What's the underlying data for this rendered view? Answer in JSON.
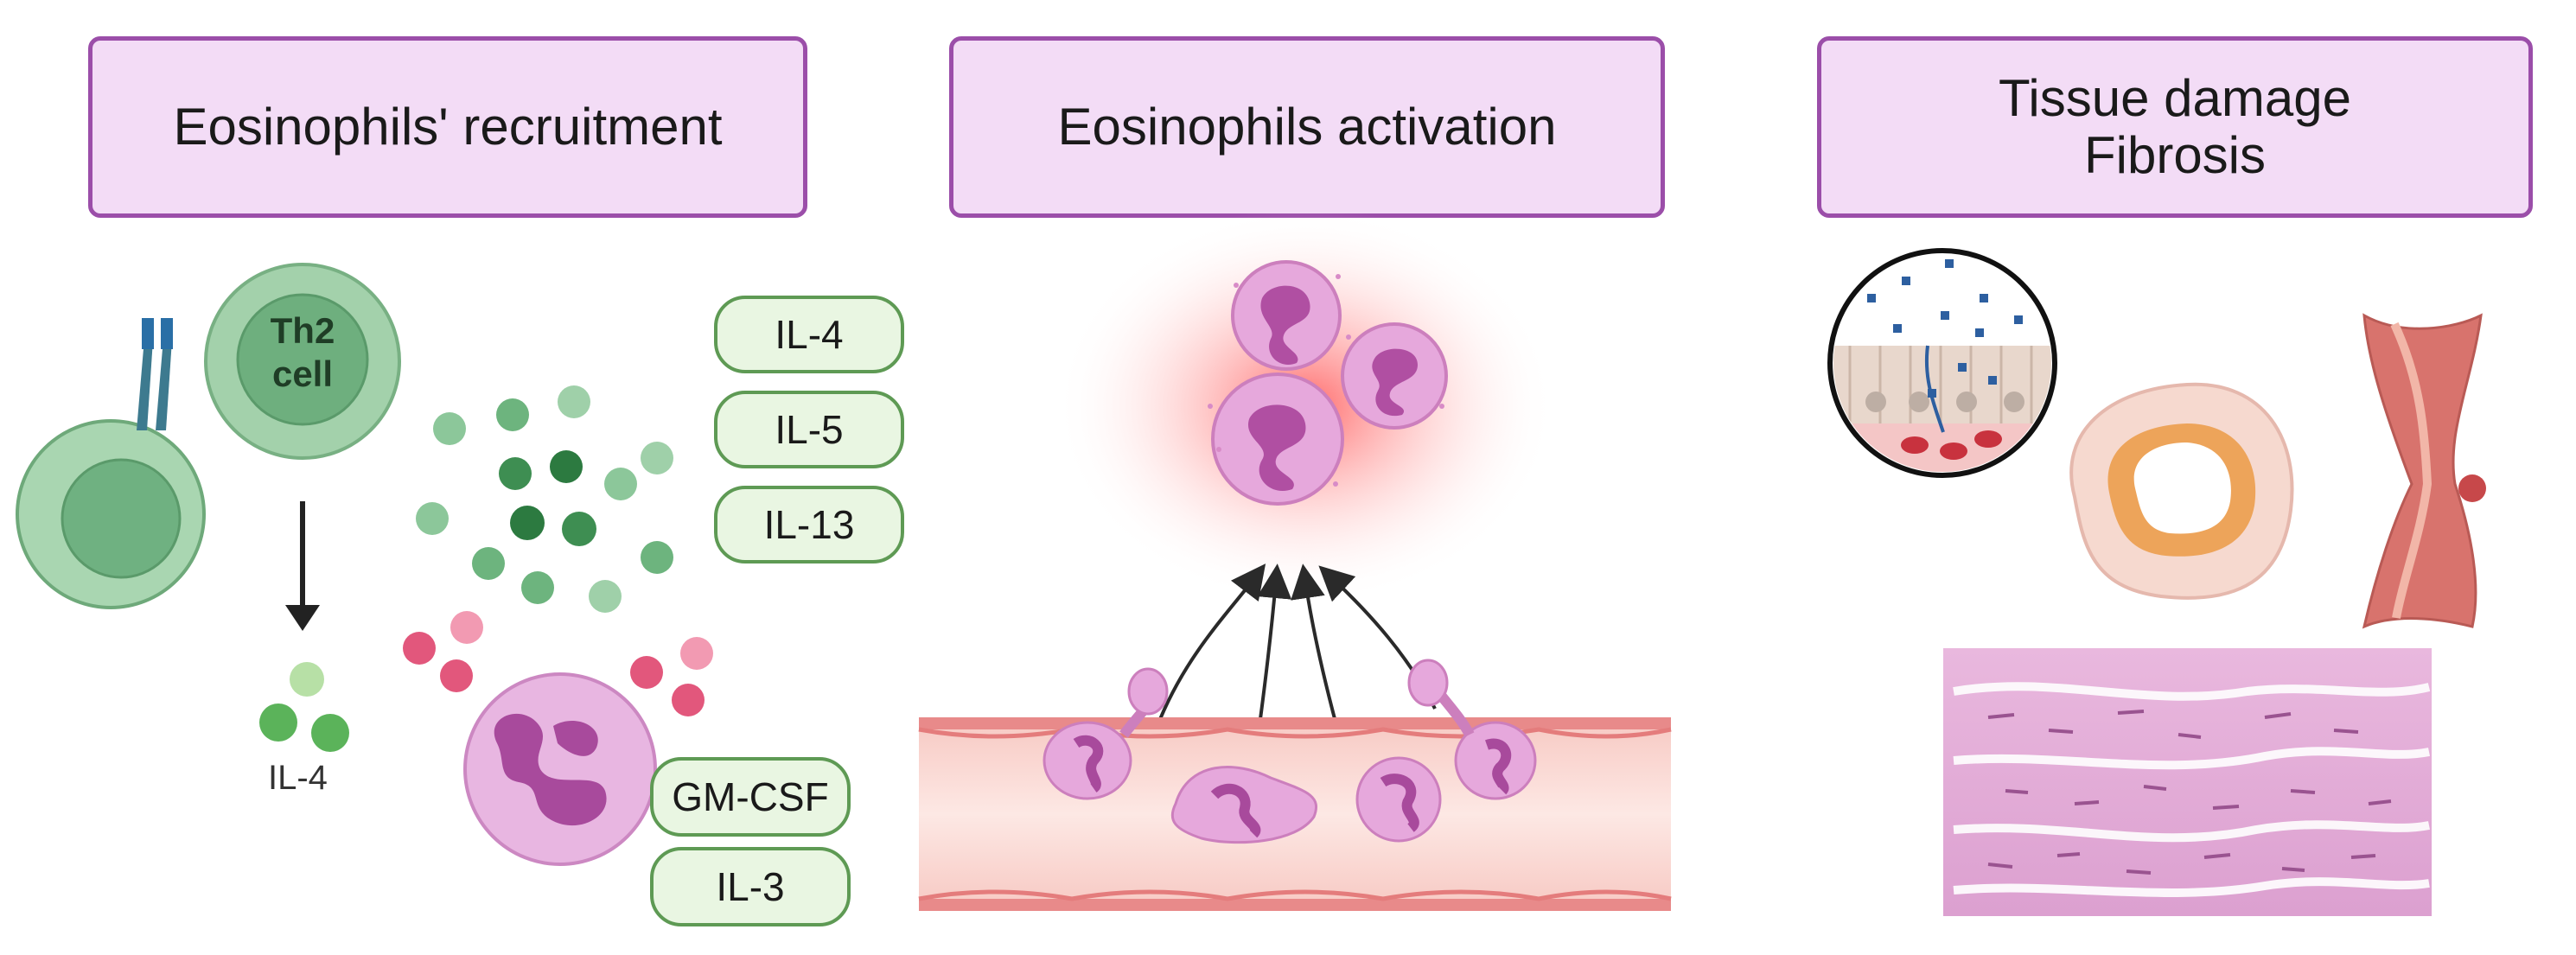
{
  "headers": {
    "recruitment": "Eosinophils' recruitment",
    "activation": "Eosinophils activation",
    "damage_line1": "Tissue damage",
    "damage_line2": "Fibrosis"
  },
  "cell_label": {
    "line1": "Th2",
    "line2": "cell"
  },
  "free_label": "IL-4",
  "cytokine_pills": {
    "top": [
      "IL-4",
      "IL-5",
      "IL-13"
    ],
    "bottom": [
      "GM-CSF",
      "IL-3"
    ]
  },
  "colors": {
    "header_fill": "#f3dcf6",
    "header_border": "#9b4ea9",
    "pill_fill": "#e9f6e2",
    "pill_border": "#5e9a54",
    "cell_green": "#8fc79a",
    "eosinophil_pink": "#e2a6d8",
    "vessel_red": "#e88a8a"
  }
}
